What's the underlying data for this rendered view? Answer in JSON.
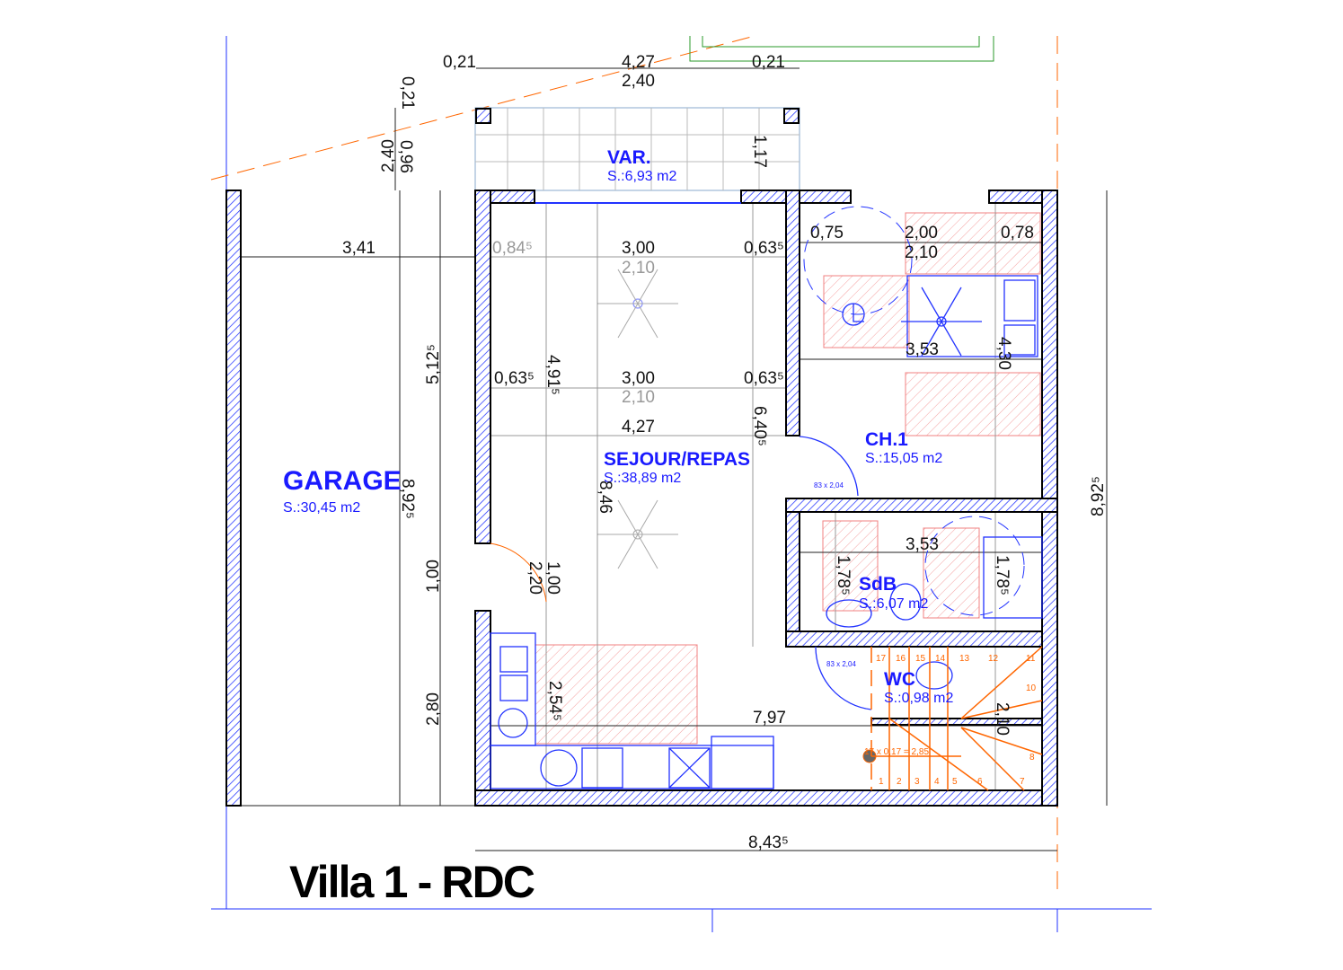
{
  "title": "Villa 1  - RDC",
  "rooms": {
    "garage": {
      "name": "GARAGE",
      "area": "S.:30,45 m2"
    },
    "var": {
      "name": "VAR.",
      "area": "S.:6,93 m2"
    },
    "sejour": {
      "name": "SEJOUR/REPAS",
      "area": "S.:38,89 m2"
    },
    "ch1": {
      "name": "CH.1",
      "area": "S.:15,05 m2"
    },
    "sdb": {
      "name": "SdB",
      "area": "S.:6,07 m2"
    },
    "wc": {
      "name": "WC",
      "area": "S.:0,98 m2"
    }
  },
  "dimensions": {
    "top_left": "0,21",
    "top_mid": "4,27",
    "top_mid2": "2,40",
    "top_right": "0,21",
    "terrace_v1": "0,21",
    "terrace_v2": "2,40",
    "terrace_v3": "0,96",
    "terrace_h": "1,17",
    "garage_width": "3,41",
    "garage_left_h1": "5,12⁵",
    "garage_h": "8,92⁵",
    "door_h": "1,00",
    "lower_h": "2,80",
    "s_084": "0,84⁵",
    "s_300a": "3,00",
    "s_210a": "2,10",
    "s_063a": "0,63⁵",
    "s_063b": "0,63⁵",
    "s_491": "4,91⁵",
    "s_300b": "3,00",
    "s_210b": "2,10",
    "s_063c": "0,63⁵",
    "s_427": "4,27",
    "s_640": "6,40⁵",
    "s_846": "8,46",
    "s_220": "2,20",
    "s_100": "1,00",
    "s_254": "2,54⁵",
    "s_797": "7,97",
    "c_075": "0,75",
    "c_200": "2,00",
    "c_210": "2,10",
    "c_078": "0,78",
    "c_353": "3,53",
    "c_430": "4,30",
    "b_353": "3,53",
    "b_178a": "1,78⁵",
    "b_178b": "1,78⁵",
    "w_210": "2,10",
    "right_h": "8,92⁵",
    "bottom_w": "8,43⁵"
  },
  "doors": {
    "d1": "83 x 2,04",
    "d2": "83 x 2,04"
  },
  "stair": {
    "formula": "17 x 0,17 = 2,85",
    "steps": [
      "1",
      "2",
      "3",
      "4",
      "5",
      "6",
      "7",
      "8",
      "10",
      "11",
      "12",
      "13",
      "14",
      "15",
      "16",
      "17"
    ]
  },
  "colors": {
    "wall_hatch": "#2233ff",
    "room_label": "#1a1aff",
    "stair": "#ff6600",
    "accessibility_zone": "#f08080"
  }
}
